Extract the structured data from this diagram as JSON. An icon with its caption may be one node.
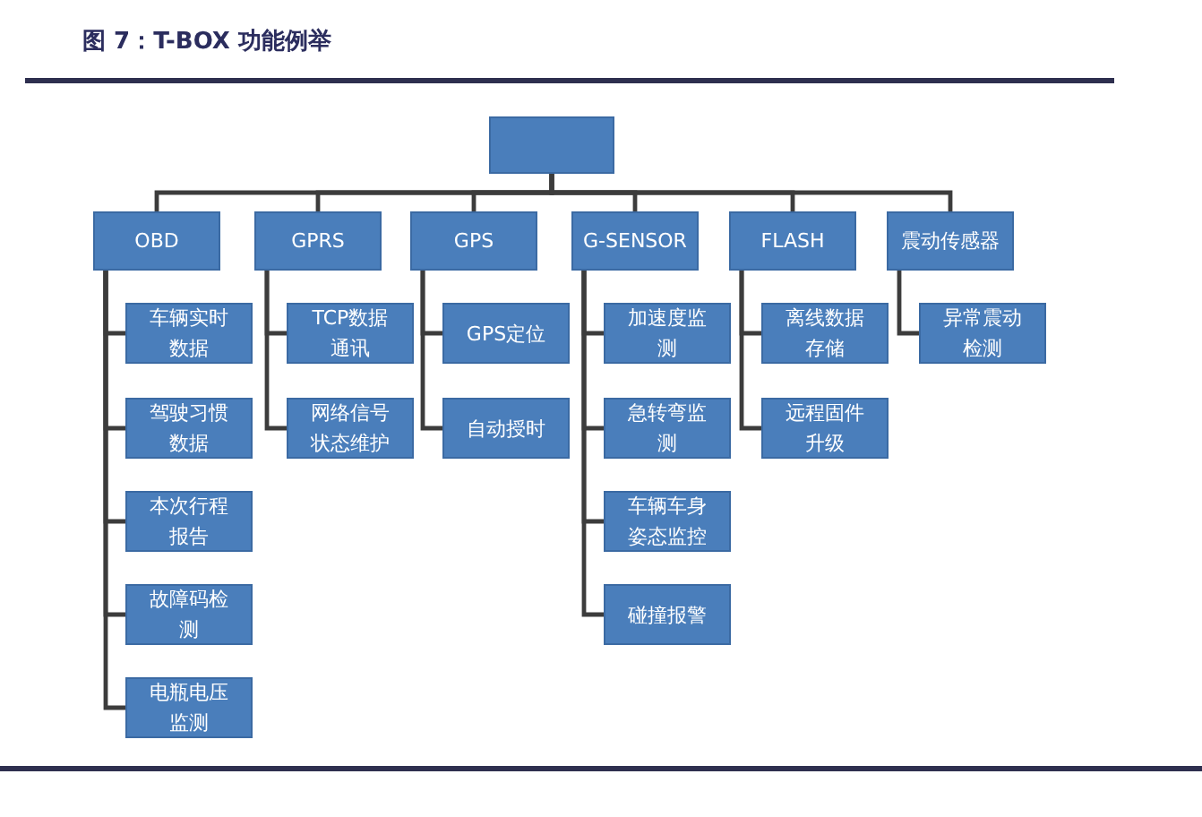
{
  "diagram": {
    "title": "图 7：T-BOX 功能例举",
    "nodes": [
      {
        "text": [],
        "shape": "box"
      },
      {
        "text": [
          "OBD"
        ]
      },
      {
        "text": [
          "GPRS"
        ]
      },
      {
        "text": [
          "GPS"
        ]
      },
      {
        "text": [
          "G-SENSOR"
        ]
      },
      {
        "text": [
          "FLASH"
        ]
      },
      {
        "text": [
          "震动传感器"
        ]
      },
      {
        "text": [
          "车辆实时数据"
        ]
      },
      {
        "text": [
          "驾驶习惯数据"
        ]
      },
      {
        "text": [
          "本次行程报告"
        ]
      },
      {
        "text": [
          "故障码检测"
        ]
      },
      {
        "text": [
          "电瓶电压监测"
        ]
      },
      {
        "text": [
          "TCP数据通讯"
        ]
      },
      {
        "text": [
          "网络信号状态维护"
        ]
      },
      {
        "text": [
          "GPS定位"
        ]
      },
      {
        "text": [
          "自动授时"
        ]
      },
      {
        "text": [
          "加速度监测"
        ]
      },
      {
        "text": [
          "急转弯监测"
        ]
      },
      {
        "text": [
          "车辆车身姿态监控"
        ]
      },
      {
        "text": [
          "碰撞报警"
        ]
      },
      {
        "text": [
          "离线数据存储"
        ]
      },
      {
        "text": [
          "远程固件升级"
        ]
      },
      {
        "text": [
          "异常震动检测"
        ]
      }
    ],
    "edges": [
      {
        "from": 0,
        "to": 1,
        "arrow": "none"
      },
      {
        "from": 0,
        "to": 2,
        "arrow": "none"
      },
      {
        "from": 0,
        "to": 3,
        "arrow": "none"
      },
      {
        "from": 0,
        "to": 4,
        "arrow": "none"
      },
      {
        "from": 0,
        "to": 5,
        "arrow": "none"
      },
      {
        "from": 0,
        "to": 6,
        "arrow": "none"
      },
      {
        "from": 1,
        "to": 7,
        "arrow": "none"
      },
      {
        "from": 1,
        "to": 8,
        "arrow": "none"
      },
      {
        "from": 1,
        "to": 9,
        "arrow": "none"
      },
      {
        "from": 1,
        "to": 10,
        "arrow": "none"
      },
      {
        "from": 1,
        "to": 11,
        "arrow": "none"
      },
      {
        "from": 2,
        "to": 12,
        "arrow": "none"
      },
      {
        "from": 2,
        "to": 13,
        "arrow": "none"
      },
      {
        "from": 3,
        "to": 14,
        "arrow": "none"
      },
      {
        "from": 3,
        "to": 15,
        "arrow": "none"
      },
      {
        "from": 4,
        "to": 16,
        "arrow": "none"
      },
      {
        "from": 4,
        "to": 17,
        "arrow": "none"
      },
      {
        "from": 4,
        "to": 18,
        "arrow": "none"
      },
      {
        "from": 4,
        "to": 19,
        "arrow": "none"
      },
      {
        "from": 5,
        "to": 20,
        "arrow": "none"
      },
      {
        "from": 5,
        "to": 21,
        "arrow": "none"
      },
      {
        "from": 6,
        "to": 22,
        "arrow": "none"
      }
    ]
  }
}
